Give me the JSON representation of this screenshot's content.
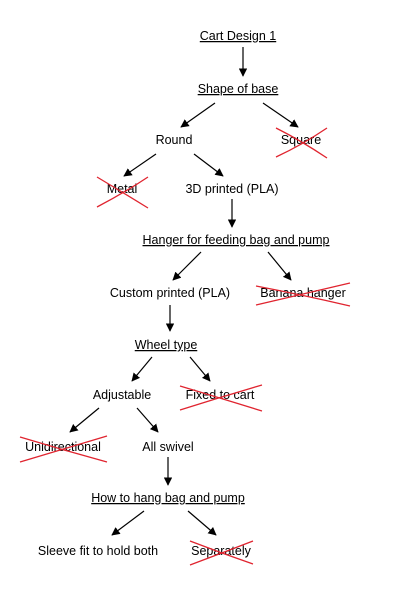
{
  "nodes": {
    "cart_design": "Cart Design 1",
    "shape_of_base": "Shape of base",
    "round": "Round",
    "square": "Square",
    "metal": "Metal",
    "printed_pla": "3D printed (PLA)",
    "hanger_heading": "Hanger for feeding bag and pump",
    "custom_printed": "Custom printed (PLA)",
    "banana_hanger": "Banana hanger",
    "wheel_type": "Wheel type",
    "adjustable": "Adjustable",
    "fixed_to_cart": "Fixed to cart",
    "unidirectional": "Unidirectional",
    "all_swivel": "All swivel",
    "hang_heading": "How to hang bag and pump",
    "sleeve_fit": "Sleeve fit to hold both",
    "separately": "Separately"
  },
  "colors": {
    "text": "#000000",
    "rejected_cross": "#e0242f"
  }
}
